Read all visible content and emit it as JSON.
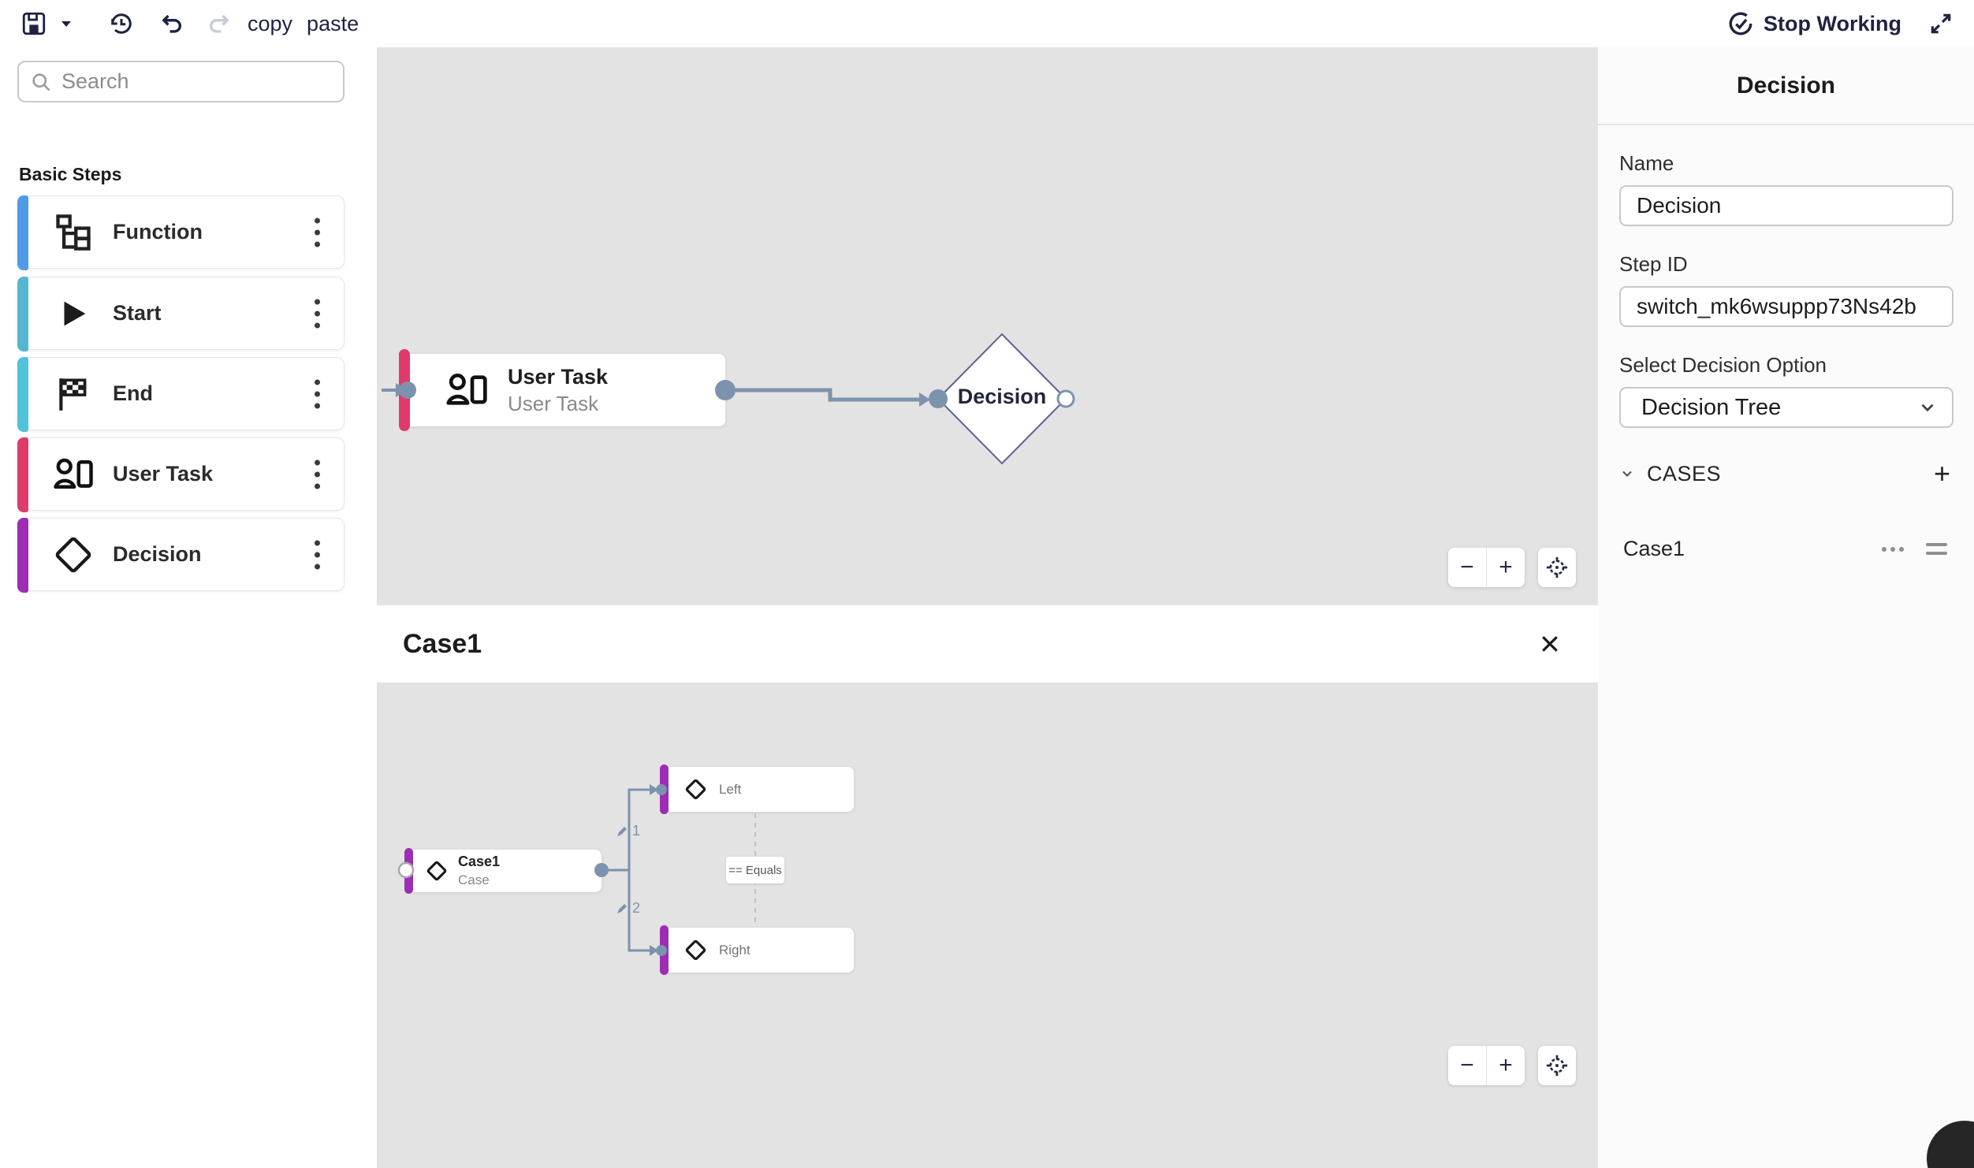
{
  "toolbar": {
    "copy_label": "copy",
    "paste_label": "paste",
    "stop_working_label": "Stop Working"
  },
  "sidebar": {
    "search_placeholder": "Search",
    "section_title": "Basic Steps",
    "items": [
      {
        "label": "Function",
        "color": "#4F9BE8"
      },
      {
        "label": "Start",
        "color": "#55B7CF"
      },
      {
        "label": "End",
        "color": "#50C2D9"
      },
      {
        "label": "User Task",
        "color": "#E03A6B"
      },
      {
        "label": "Decision",
        "color": "#9C2DB4"
      }
    ]
  },
  "main_canvas": {
    "user_task_node": {
      "title": "User Task",
      "subtitle": "User Task"
    },
    "decision_node": {
      "label": "Decision"
    },
    "zoom_out_label": "−",
    "zoom_in_label": "+"
  },
  "case_section": {
    "title": "Case1"
  },
  "case_canvas": {
    "case_node": {
      "title": "Case1",
      "subtitle": "Case"
    },
    "left_node": {
      "label": "Left"
    },
    "right_node": {
      "label": "Right"
    },
    "operator_label": "== Equals",
    "branch_labels": [
      "1",
      "2"
    ],
    "zoom_out_label": "−",
    "zoom_in_label": "+"
  },
  "inspector": {
    "title": "Decision",
    "name_label": "Name",
    "name_value": "Decision",
    "step_id_label": "Step ID",
    "step_id_value": "switch_mk6wsuppp73Ns42b",
    "select_label": "Select Decision Option",
    "select_value": "Decision Tree",
    "cases_section_label": "CASES",
    "add_case_label": "+",
    "cases": [
      {
        "name": "Case1"
      }
    ]
  },
  "colors": {
    "connector_slate": "#7D92AD",
    "canvas_bg": "#E3E3E3",
    "toolbar_navy": "#1F2340",
    "diamond_stroke": "#5D6190"
  }
}
